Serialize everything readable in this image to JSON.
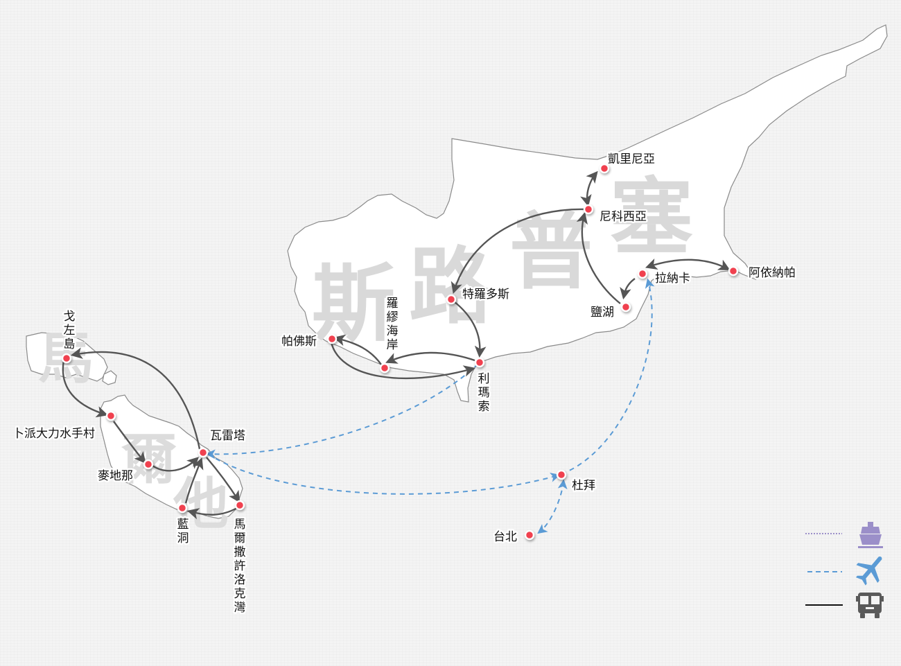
{
  "watermarks": {
    "cyprus": [
      "斯",
      "路",
      "普",
      "塞"
    ],
    "malta": [
      "馬",
      "爾",
      "他"
    ]
  },
  "colors": {
    "marker": "#f0414f",
    "bus_route": "#555555",
    "air_route": "#5b9bd5",
    "ship_legend": "#9b8fc9",
    "bus_legend": "#111111",
    "bus_icon": "#5a5a5a"
  },
  "places": {
    "gozo": "戈左島",
    "popeye": "卜派大力水手村",
    "mdina": "麥地那",
    "valletta": "瓦雷塔",
    "blue_grotto": "藍洞",
    "marsaxlokk": "馬爾撒許洛克灣",
    "paphos": "帕佛斯",
    "aphrodite_coast": "羅繆海岸",
    "troodos": "特羅多斯",
    "limassol": "利瑪索",
    "kyrenia": "凱里尼亞",
    "nicosia": "尼科西亞",
    "larnaca": "拉納卡",
    "salt_lake": "鹽湖",
    "ayia_napa": "阿依納帕",
    "dubai": "杜拜",
    "taipei": "台北"
  },
  "legend": [
    {
      "mode": "ship",
      "icon": "ship-icon"
    },
    {
      "mode": "flight",
      "icon": "airplane-icon"
    },
    {
      "mode": "bus",
      "icon": "bus-icon"
    }
  ]
}
